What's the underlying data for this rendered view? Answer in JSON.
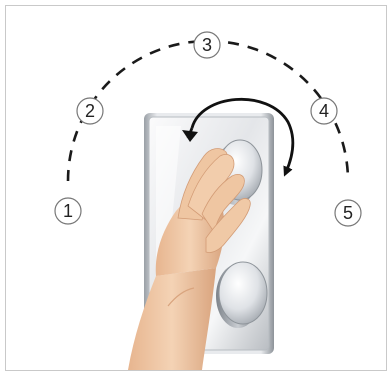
{
  "dial_positions": [
    {
      "label": "1"
    },
    {
      "label": "2"
    },
    {
      "label": "3"
    },
    {
      "label": "4"
    },
    {
      "label": "5"
    }
  ],
  "colors": {
    "frame_border": "#c9c9c9",
    "arc": "#1a1a1a",
    "arrow": "#111111",
    "chrome_light": "#f2f3f5",
    "chrome_dark": "#a9aeb4",
    "skin": "#f0c9a6",
    "skin_shadow": "#d9a47e"
  },
  "icons": {
    "rotation_arrow": "curved-rotate-arrow-icon"
  }
}
